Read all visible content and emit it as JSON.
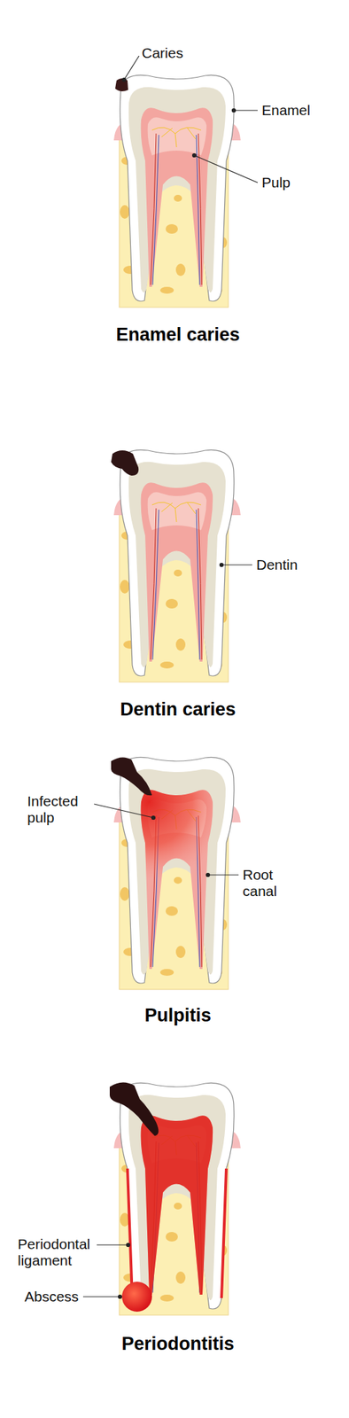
{
  "diagram": {
    "labels": [
      "Caries",
      "Enamel",
      "Pulp",
      "Enamel caries",
      "Dentin",
      "Dentin caries",
      "Infected pulp",
      "Root canal",
      "Pulpitis",
      "Periodontal ligament",
      "Abscess",
      "Periodontitis"
    ]
  }
}
